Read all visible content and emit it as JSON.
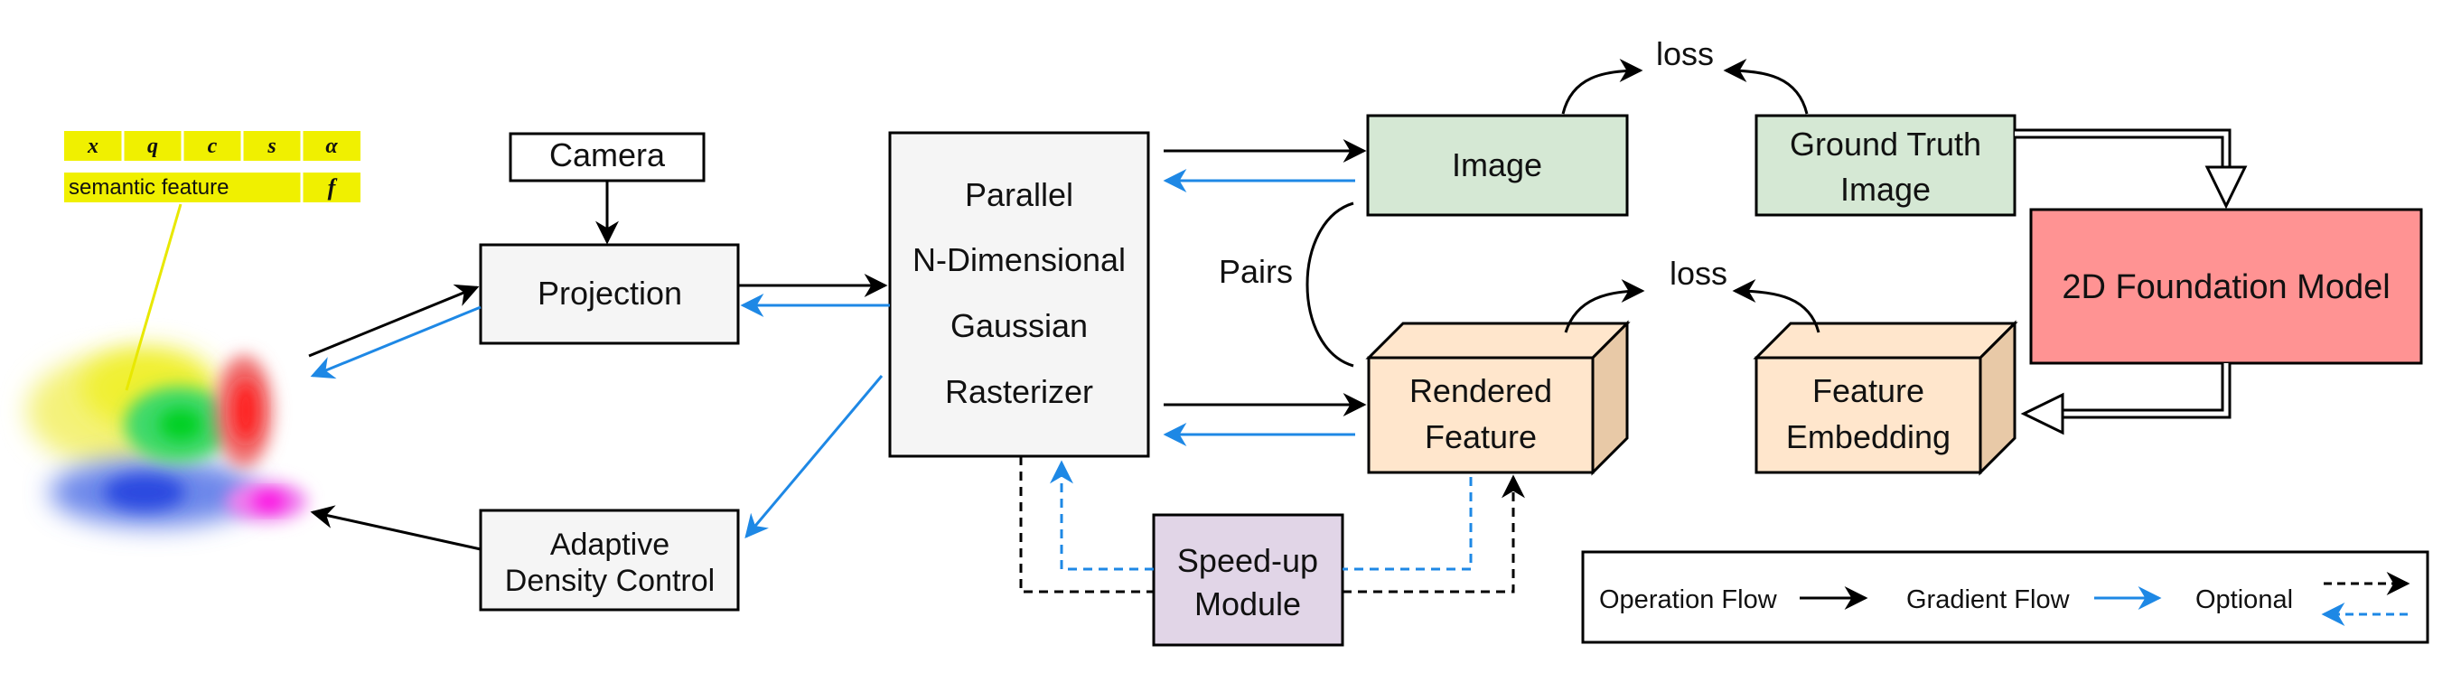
{
  "attributes": {
    "symbols": [
      "x",
      "q",
      "c",
      "s",
      "α"
    ],
    "semantic_label": "semantic feature",
    "semantic_symbol": "f"
  },
  "nodes": {
    "camera": "Camera",
    "projection": "Projection",
    "adc_line1": "Adaptive",
    "adc_line2": "Density Control",
    "rasterizer_lines": [
      "Parallel",
      "N-Dimensional",
      "Gaussian",
      "Rasterizer"
    ],
    "image": "Image",
    "gt_line1": "Ground Truth",
    "gt_line2": "Image",
    "foundation": "2D Foundation Model",
    "rendered_line1": "Rendered",
    "rendered_line2": "Feature",
    "embedding_line1": "Feature",
    "embedding_line2": "Embedding",
    "speedup_line1": "Speed-up",
    "speedup_line2": "Module"
  },
  "labels": {
    "loss_top": "loss",
    "loss_bottom": "loss",
    "pairs": "Pairs"
  },
  "legend": {
    "operation": "Operation Flow",
    "gradient": "Gradient Flow",
    "optional": "Optional"
  },
  "colors": {
    "operation": "#000000",
    "gradient": "#1e88e5",
    "image_fill": "#d5e8d4",
    "feature_fill": "#ffe6cc",
    "foundation_fill": "#ff9393",
    "speedup_fill": "#e1d5e7",
    "attr_fill": "#f0f000"
  }
}
